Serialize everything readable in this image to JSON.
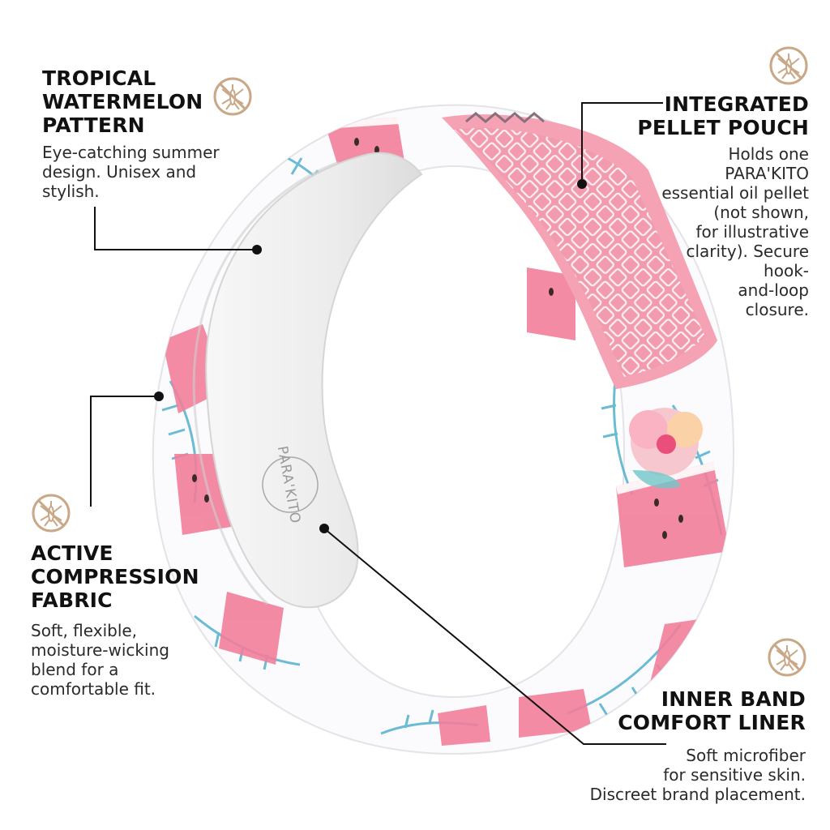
{
  "colors": {
    "accent_pink": "#ef8aa0",
    "mesh_pink": "#f6a7b8",
    "leaf_teal": "#3aa6c4",
    "liner_gray": "#ecebea",
    "icon_tan": "#c8a886",
    "text_dark": "#111111"
  },
  "product": {
    "brand_mark": "PARA'KITO"
  },
  "callouts": {
    "pattern": {
      "title": "TROPICAL\nWATERMELON\nPATTERN",
      "body": "Eye-catching summer\ndesign. Unisex and\nstylish."
    },
    "pouch": {
      "title": "INTEGRATED\nPELLET POUCH",
      "body": "Holds one\nPARA'KITO\nessential oil pellet\n(not shown,\nfor illustrative\nclarity). Secure\nhook-\nand-loop\nclosure."
    },
    "fabric": {
      "title": "ACTIVE\nCOMPRESSION\nFABRIC",
      "body": "Soft, flexible,\nmoisture-wicking\nblend for a\ncomfortable fit."
    },
    "liner": {
      "title": "INNER BAND\nCOMFORT LINER",
      "body": "Soft microfiber\nfor sensitive skin.\nDiscreet brand placement."
    }
  },
  "icons": [
    "mosquito-icon",
    "mosquito-icon",
    "mosquito-icon",
    "mosquito-icon"
  ]
}
